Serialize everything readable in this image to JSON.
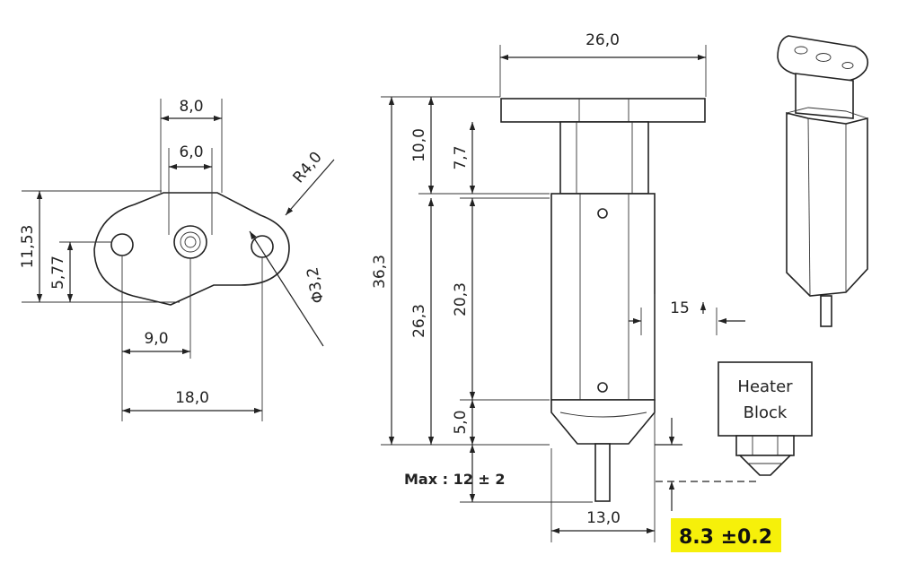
{
  "dimensions": {
    "top_view": {
      "width_8": "8,0",
      "width_6": "6,0",
      "radius": "R4,0",
      "height_11": "11,53",
      "height_5": "5,77",
      "hole_dia": "Φ3,2",
      "half_span": "9,0",
      "span": "18,0"
    },
    "side_view": {
      "flange_width": "26,0",
      "total_height": "36,3",
      "upper_10": "10,0",
      "upper_7": "7,7",
      "body_26": "26,3",
      "body_20": "20,3",
      "lower_5": "5,0",
      "body_width": "13,0",
      "gap_15": "15"
    }
  },
  "notes": {
    "max_travel": "Max : 12 ± 2",
    "heater_block": [
      "Heater",
      "Block"
    ],
    "highlight": "8.3 ±0.2"
  },
  "colors": {
    "highlight": "#f6f00a",
    "line": "#222222"
  }
}
